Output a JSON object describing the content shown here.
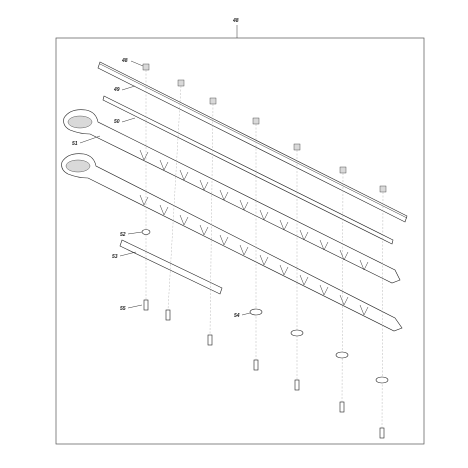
{
  "colors": {
    "ink": "#222222",
    "shade": "#d9d9d9",
    "paper": "#ffffff",
    "frame": "#555555"
  },
  "callouts": {
    "c48_top": "48",
    "c48": "48",
    "c49": "49",
    "c50": "50",
    "c51": "51",
    "c52": "52",
    "c53": "53",
    "c54": "54",
    "c55": "55"
  }
}
